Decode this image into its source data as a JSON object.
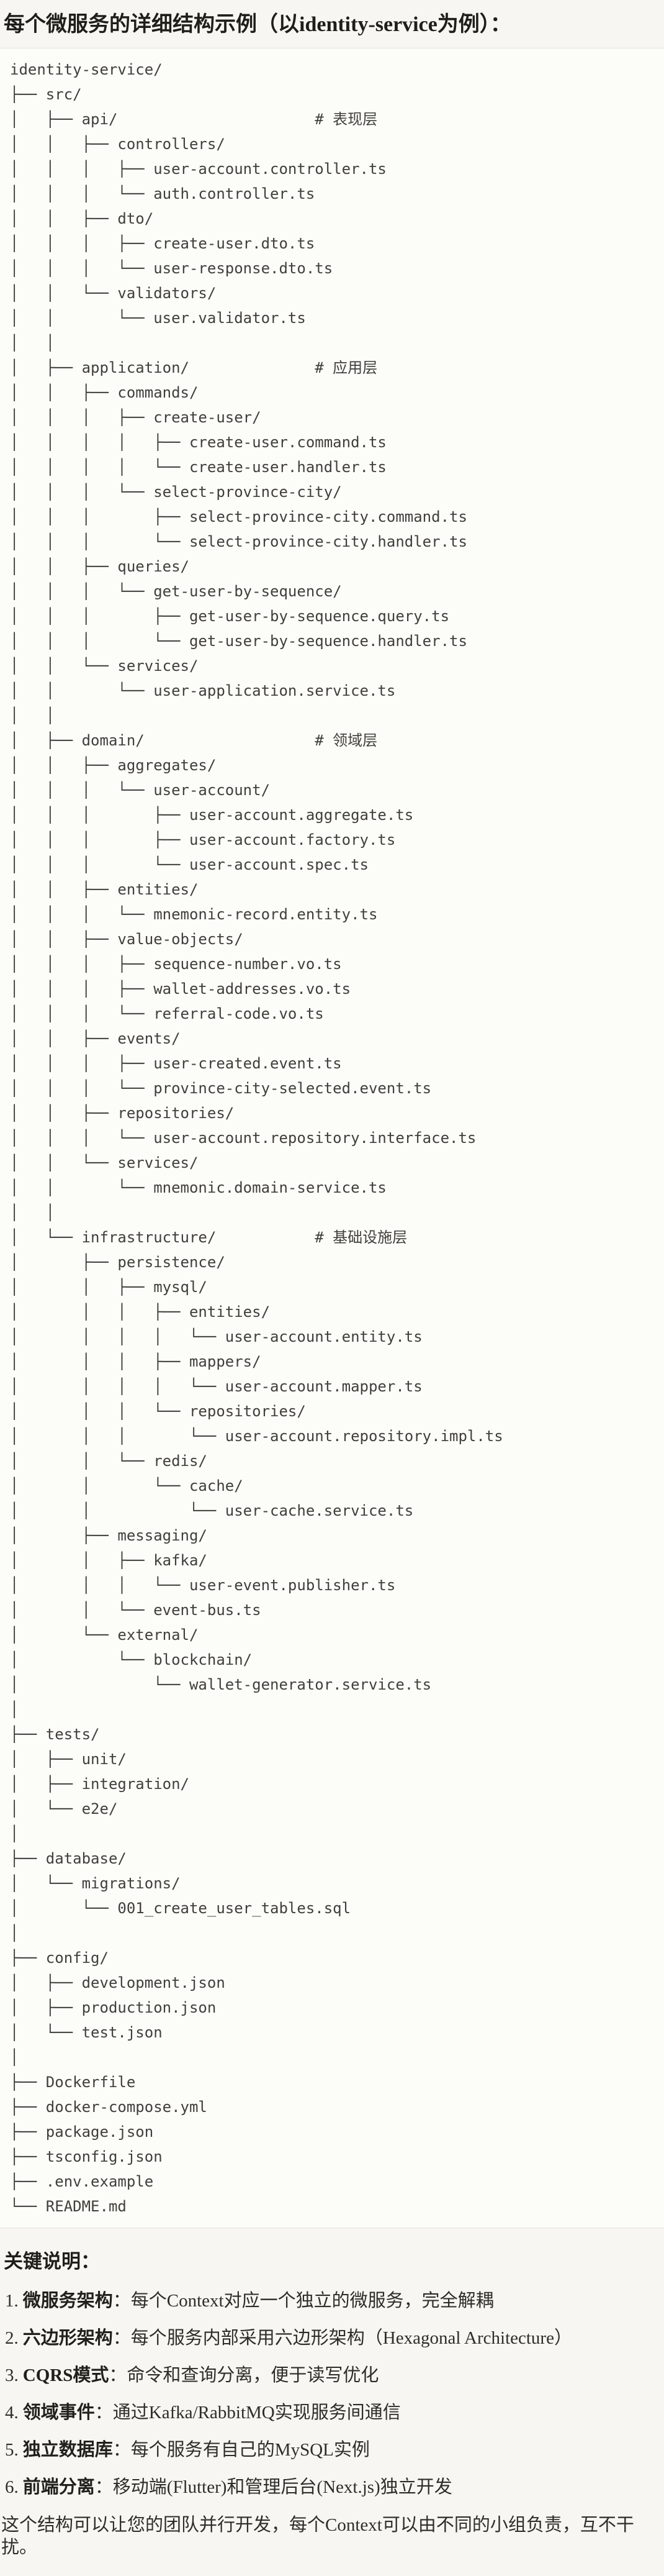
{
  "title": "每个微服务的详细结构示例（以identity-service为例）：",
  "tree_lines": [
    "identity-service/",
    "├── src/",
    "│   ├── api/                      # 表现层",
    "│   │   ├── controllers/",
    "│   │   │   ├── user-account.controller.ts",
    "│   │   │   └── auth.controller.ts",
    "│   │   ├── dto/",
    "│   │   │   ├── create-user.dto.ts",
    "│   │   │   └── user-response.dto.ts",
    "│   │   └── validators/",
    "│   │       └── user.validator.ts",
    "│   │",
    "│   ├── application/              # 应用层",
    "│   │   ├── commands/",
    "│   │   │   ├── create-user/",
    "│   │   │   │   ├── create-user.command.ts",
    "│   │   │   │   └── create-user.handler.ts",
    "│   │   │   └── select-province-city/",
    "│   │   │       ├── select-province-city.command.ts",
    "│   │   │       └── select-province-city.handler.ts",
    "│   │   ├── queries/",
    "│   │   │   └── get-user-by-sequence/",
    "│   │   │       ├── get-user-by-sequence.query.ts",
    "│   │   │       └── get-user-by-sequence.handler.ts",
    "│   │   └── services/",
    "│   │       └── user-application.service.ts",
    "│   │",
    "│   ├── domain/                   # 领域层",
    "│   │   ├── aggregates/",
    "│   │   │   └── user-account/",
    "│   │   │       ├── user-account.aggregate.ts",
    "│   │   │       ├── user-account.factory.ts",
    "│   │   │       └── user-account.spec.ts",
    "│   │   ├── entities/",
    "│   │   │   └── mnemonic-record.entity.ts",
    "│   │   ├── value-objects/",
    "│   │   │   ├── sequence-number.vo.ts",
    "│   │   │   ├── wallet-addresses.vo.ts",
    "│   │   │   └── referral-code.vo.ts",
    "│   │   ├── events/",
    "│   │   │   ├── user-created.event.ts",
    "│   │   │   └── province-city-selected.event.ts",
    "│   │   ├── repositories/",
    "│   │   │   └── user-account.repository.interface.ts",
    "│   │   └── services/",
    "│   │       └── mnemonic.domain-service.ts",
    "│   │",
    "│   └── infrastructure/           # 基础设施层",
    "│       ├── persistence/",
    "│       │   ├── mysql/",
    "│       │   │   ├── entities/",
    "│       │   │   │   └── user-account.entity.ts",
    "│       │   │   ├── mappers/",
    "│       │   │   │   └── user-account.mapper.ts",
    "│       │   │   └── repositories/",
    "│       │   │       └── user-account.repository.impl.ts",
    "│       │   └── redis/",
    "│       │       └── cache/",
    "│       │           └── user-cache.service.ts",
    "│       ├── messaging/",
    "│       │   ├── kafka/",
    "│       │   │   └── user-event.publisher.ts",
    "│       │   └── event-bus.ts",
    "│       └── external/",
    "│           └── blockchain/",
    "│               └── wallet-generator.service.ts",
    "│",
    "├── tests/",
    "│   ├── unit/",
    "│   ├── integration/",
    "│   └── e2e/",
    "│",
    "├── database/",
    "│   └── migrations/",
    "│       └── 001_create_user_tables.sql",
    "│",
    "├── config/",
    "│   ├── development.json",
    "│   ├── production.json",
    "│   └── test.json",
    "│",
    "├── Dockerfile",
    "├── docker-compose.yml",
    "├── package.json",
    "├── tsconfig.json",
    "├── .env.example",
    "└── README.md"
  ],
  "notes": {
    "heading": "关键说明：",
    "items": [
      {
        "num": "1.",
        "term": "微服务架构",
        "sep": "：",
        "desc": "每个Context对应一个独立的微服务，完全解耦"
      },
      {
        "num": "2.",
        "term": "六边形架构",
        "sep": "：",
        "desc": "每个服务内部采用六边形架构（Hexagonal Architecture）"
      },
      {
        "num": "3.",
        "term": "CQRS模式",
        "sep": "：",
        "desc": "命令和查询分离，便于读写优化"
      },
      {
        "num": "4.",
        "term": "领域事件",
        "sep": "：",
        "desc": "通过Kafka/RabbitMQ实现服务间通信"
      },
      {
        "num": "5.",
        "term": "独立数据库",
        "sep": "：",
        "desc": "每个服务有自己的MySQL实例"
      },
      {
        "num": "6.",
        "term": "前端分离",
        "sep": "：",
        "desc": "移动端(Flutter)和管理后台(Next.js)独立开发"
      }
    ]
  },
  "footer": "这个结构可以让您的团队并行开发，每个Context可以由不同的小组负责，互不干扰。",
  "colors": {
    "page_bg": "#f7f6f2",
    "code_bg": "#fcfcf9",
    "code_border": "#e5e3dd",
    "title_text": "#1f1e1a",
    "body_text": "#2e2d29",
    "tree_text": "#413f3a"
  }
}
